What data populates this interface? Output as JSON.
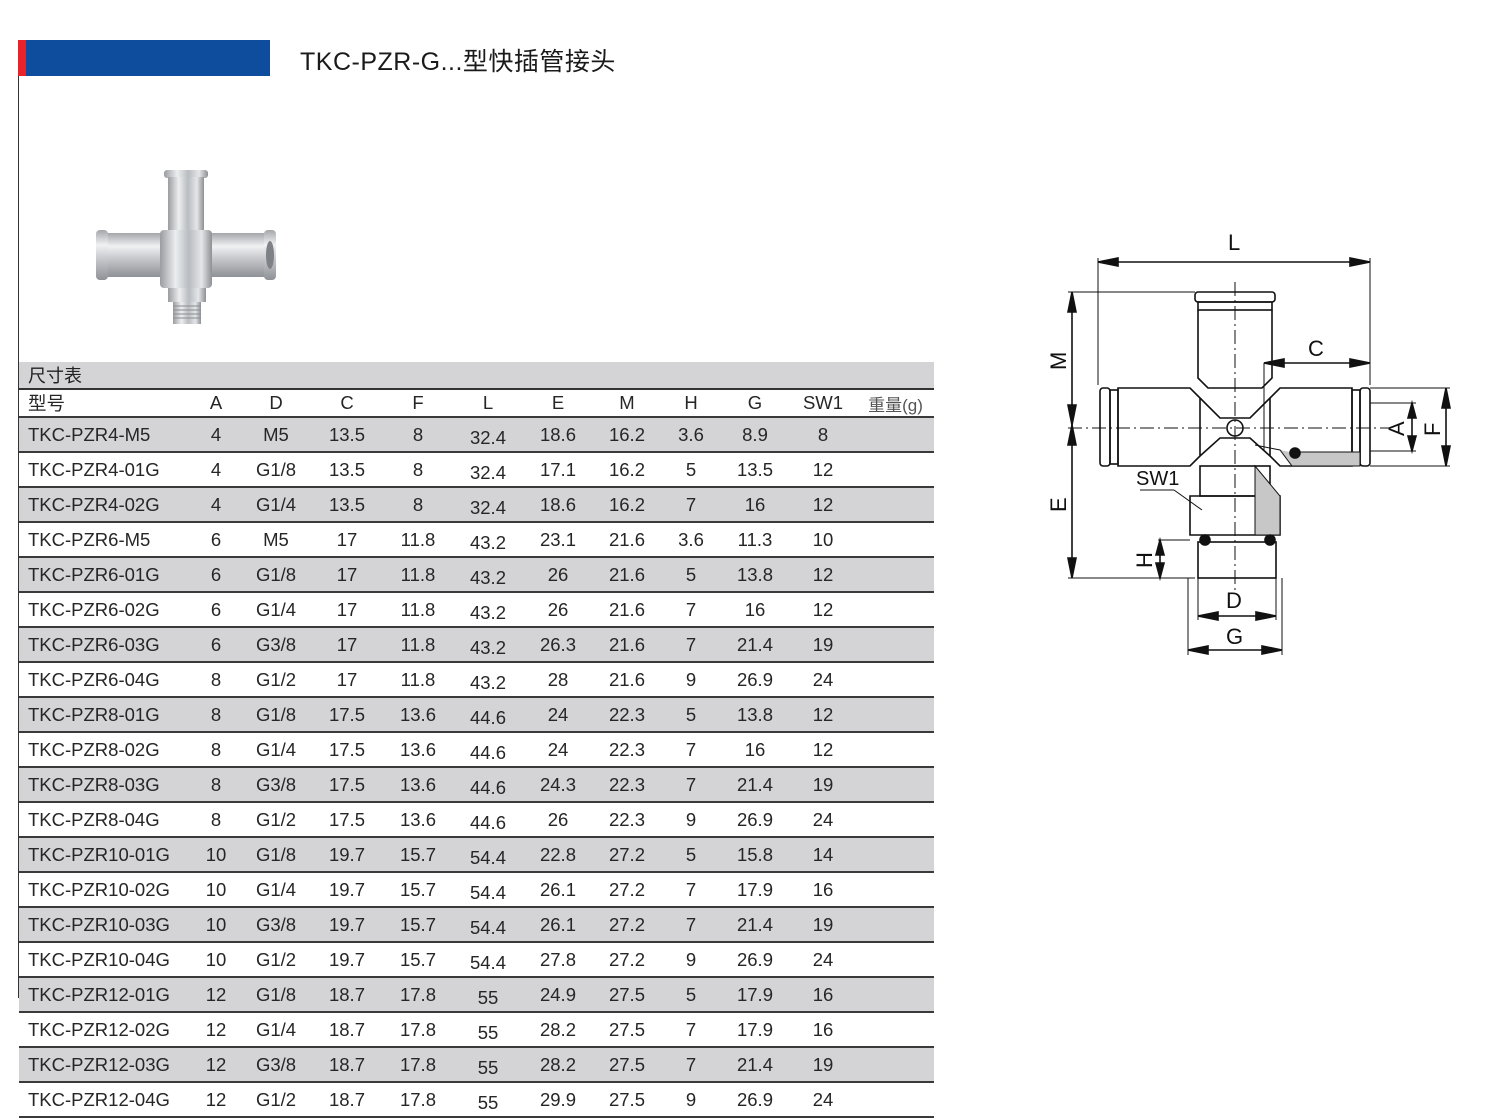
{
  "header": {
    "title": "TKC-PZR-G...型快插管接头",
    "banner_color": "#0e4c9e",
    "accent_color": "#e8232b"
  },
  "product_image": {
    "alt": "cross-shaped push-in fitting with threaded stem"
  },
  "table": {
    "caption": "尺寸表",
    "columns": [
      "型号",
      "A",
      "D",
      "C",
      "F",
      "L",
      "E",
      "M",
      "H",
      "G",
      "SW1",
      "重量(g)"
    ],
    "rows": [
      [
        "TKC-PZR4-M5",
        "4",
        "M5",
        "13.5",
        "8",
        "32.4",
        "18.6",
        "16.2",
        "3.6",
        "8.9",
        "8",
        ""
      ],
      [
        "TKC-PZR4-01G",
        "4",
        "G1/8",
        "13.5",
        "8",
        "32.4",
        "17.1",
        "16.2",
        "5",
        "13.5",
        "12",
        ""
      ],
      [
        "TKC-PZR4-02G",
        "4",
        "G1/4",
        "13.5",
        "8",
        "32.4",
        "18.6",
        "16.2",
        "7",
        "16",
        "12",
        ""
      ],
      [
        "TKC-PZR6-M5",
        "6",
        "M5",
        "17",
        "11.8",
        "43.2",
        "23.1",
        "21.6",
        "3.6",
        "11.3",
        "10",
        ""
      ],
      [
        "TKC-PZR6-01G",
        "6",
        "G1/8",
        "17",
        "11.8",
        "43.2",
        "26",
        "21.6",
        "5",
        "13.8",
        "12",
        ""
      ],
      [
        "TKC-PZR6-02G",
        "6",
        "G1/4",
        "17",
        "11.8",
        "43.2",
        "26",
        "21.6",
        "7",
        "16",
        "12",
        ""
      ],
      [
        "TKC-PZR6-03G",
        "6",
        "G3/8",
        "17",
        "11.8",
        "43.2",
        "26.3",
        "21.6",
        "7",
        "21.4",
        "19",
        ""
      ],
      [
        "TKC-PZR6-04G",
        "8",
        "G1/2",
        "17",
        "11.8",
        "43.2",
        "28",
        "21.6",
        "9",
        "26.9",
        "24",
        ""
      ],
      [
        "TKC-PZR8-01G",
        "8",
        "G1/8",
        "17.5",
        "13.6",
        "44.6",
        "24",
        "22.3",
        "5",
        "13.8",
        "12",
        ""
      ],
      [
        "TKC-PZR8-02G",
        "8",
        "G1/4",
        "17.5",
        "13.6",
        "44.6",
        "24",
        "22.3",
        "7",
        "16",
        "12",
        ""
      ],
      [
        "TKC-PZR8-03G",
        "8",
        "G3/8",
        "17.5",
        "13.6",
        "44.6",
        "24.3",
        "22.3",
        "7",
        "21.4",
        "19",
        ""
      ],
      [
        "TKC-PZR8-04G",
        "8",
        "G1/2",
        "17.5",
        "13.6",
        "44.6",
        "26",
        "22.3",
        "9",
        "26.9",
        "24",
        ""
      ],
      [
        "TKC-PZR10-01G",
        "10",
        "G1/8",
        "19.7",
        "15.7",
        "54.4",
        "22.8",
        "27.2",
        "5",
        "15.8",
        "14",
        ""
      ],
      [
        "TKC-PZR10-02G",
        "10",
        "G1/4",
        "19.7",
        "15.7",
        "54.4",
        "26.1",
        "27.2",
        "7",
        "17.9",
        "16",
        ""
      ],
      [
        "TKC-PZR10-03G",
        "10",
        "G3/8",
        "19.7",
        "15.7",
        "54.4",
        "26.1",
        "27.2",
        "7",
        "21.4",
        "19",
        ""
      ],
      [
        "TKC-PZR10-04G",
        "10",
        "G1/2",
        "19.7",
        "15.7",
        "54.4",
        "27.8",
        "27.2",
        "9",
        "26.9",
        "24",
        ""
      ],
      [
        "TKC-PZR12-01G",
        "12",
        "G1/8",
        "18.7",
        "17.8",
        "55",
        "24.9",
        "27.5",
        "5",
        "17.9",
        "16",
        ""
      ],
      [
        "TKC-PZR12-02G",
        "12",
        "G1/4",
        "18.7",
        "17.8",
        "55",
        "28.2",
        "27.5",
        "7",
        "17.9",
        "16",
        ""
      ],
      [
        "TKC-PZR12-03G",
        "12",
        "G3/8",
        "18.7",
        "17.8",
        "55",
        "28.2",
        "27.5",
        "7",
        "21.4",
        "19",
        ""
      ],
      [
        "TKC-PZR12-04G",
        "12",
        "G1/2",
        "18.7",
        "17.8",
        "55",
        "29.9",
        "27.5",
        "9",
        "26.9",
        "24",
        ""
      ]
    ],
    "shade_color": "#d4d4d6"
  },
  "drawing": {
    "labels": {
      "L": "L",
      "M": "M",
      "C": "C",
      "A": "A",
      "F": "F",
      "E": "E",
      "SW1": "SW1",
      "H": "H",
      "D": "D",
      "G": "G"
    }
  }
}
